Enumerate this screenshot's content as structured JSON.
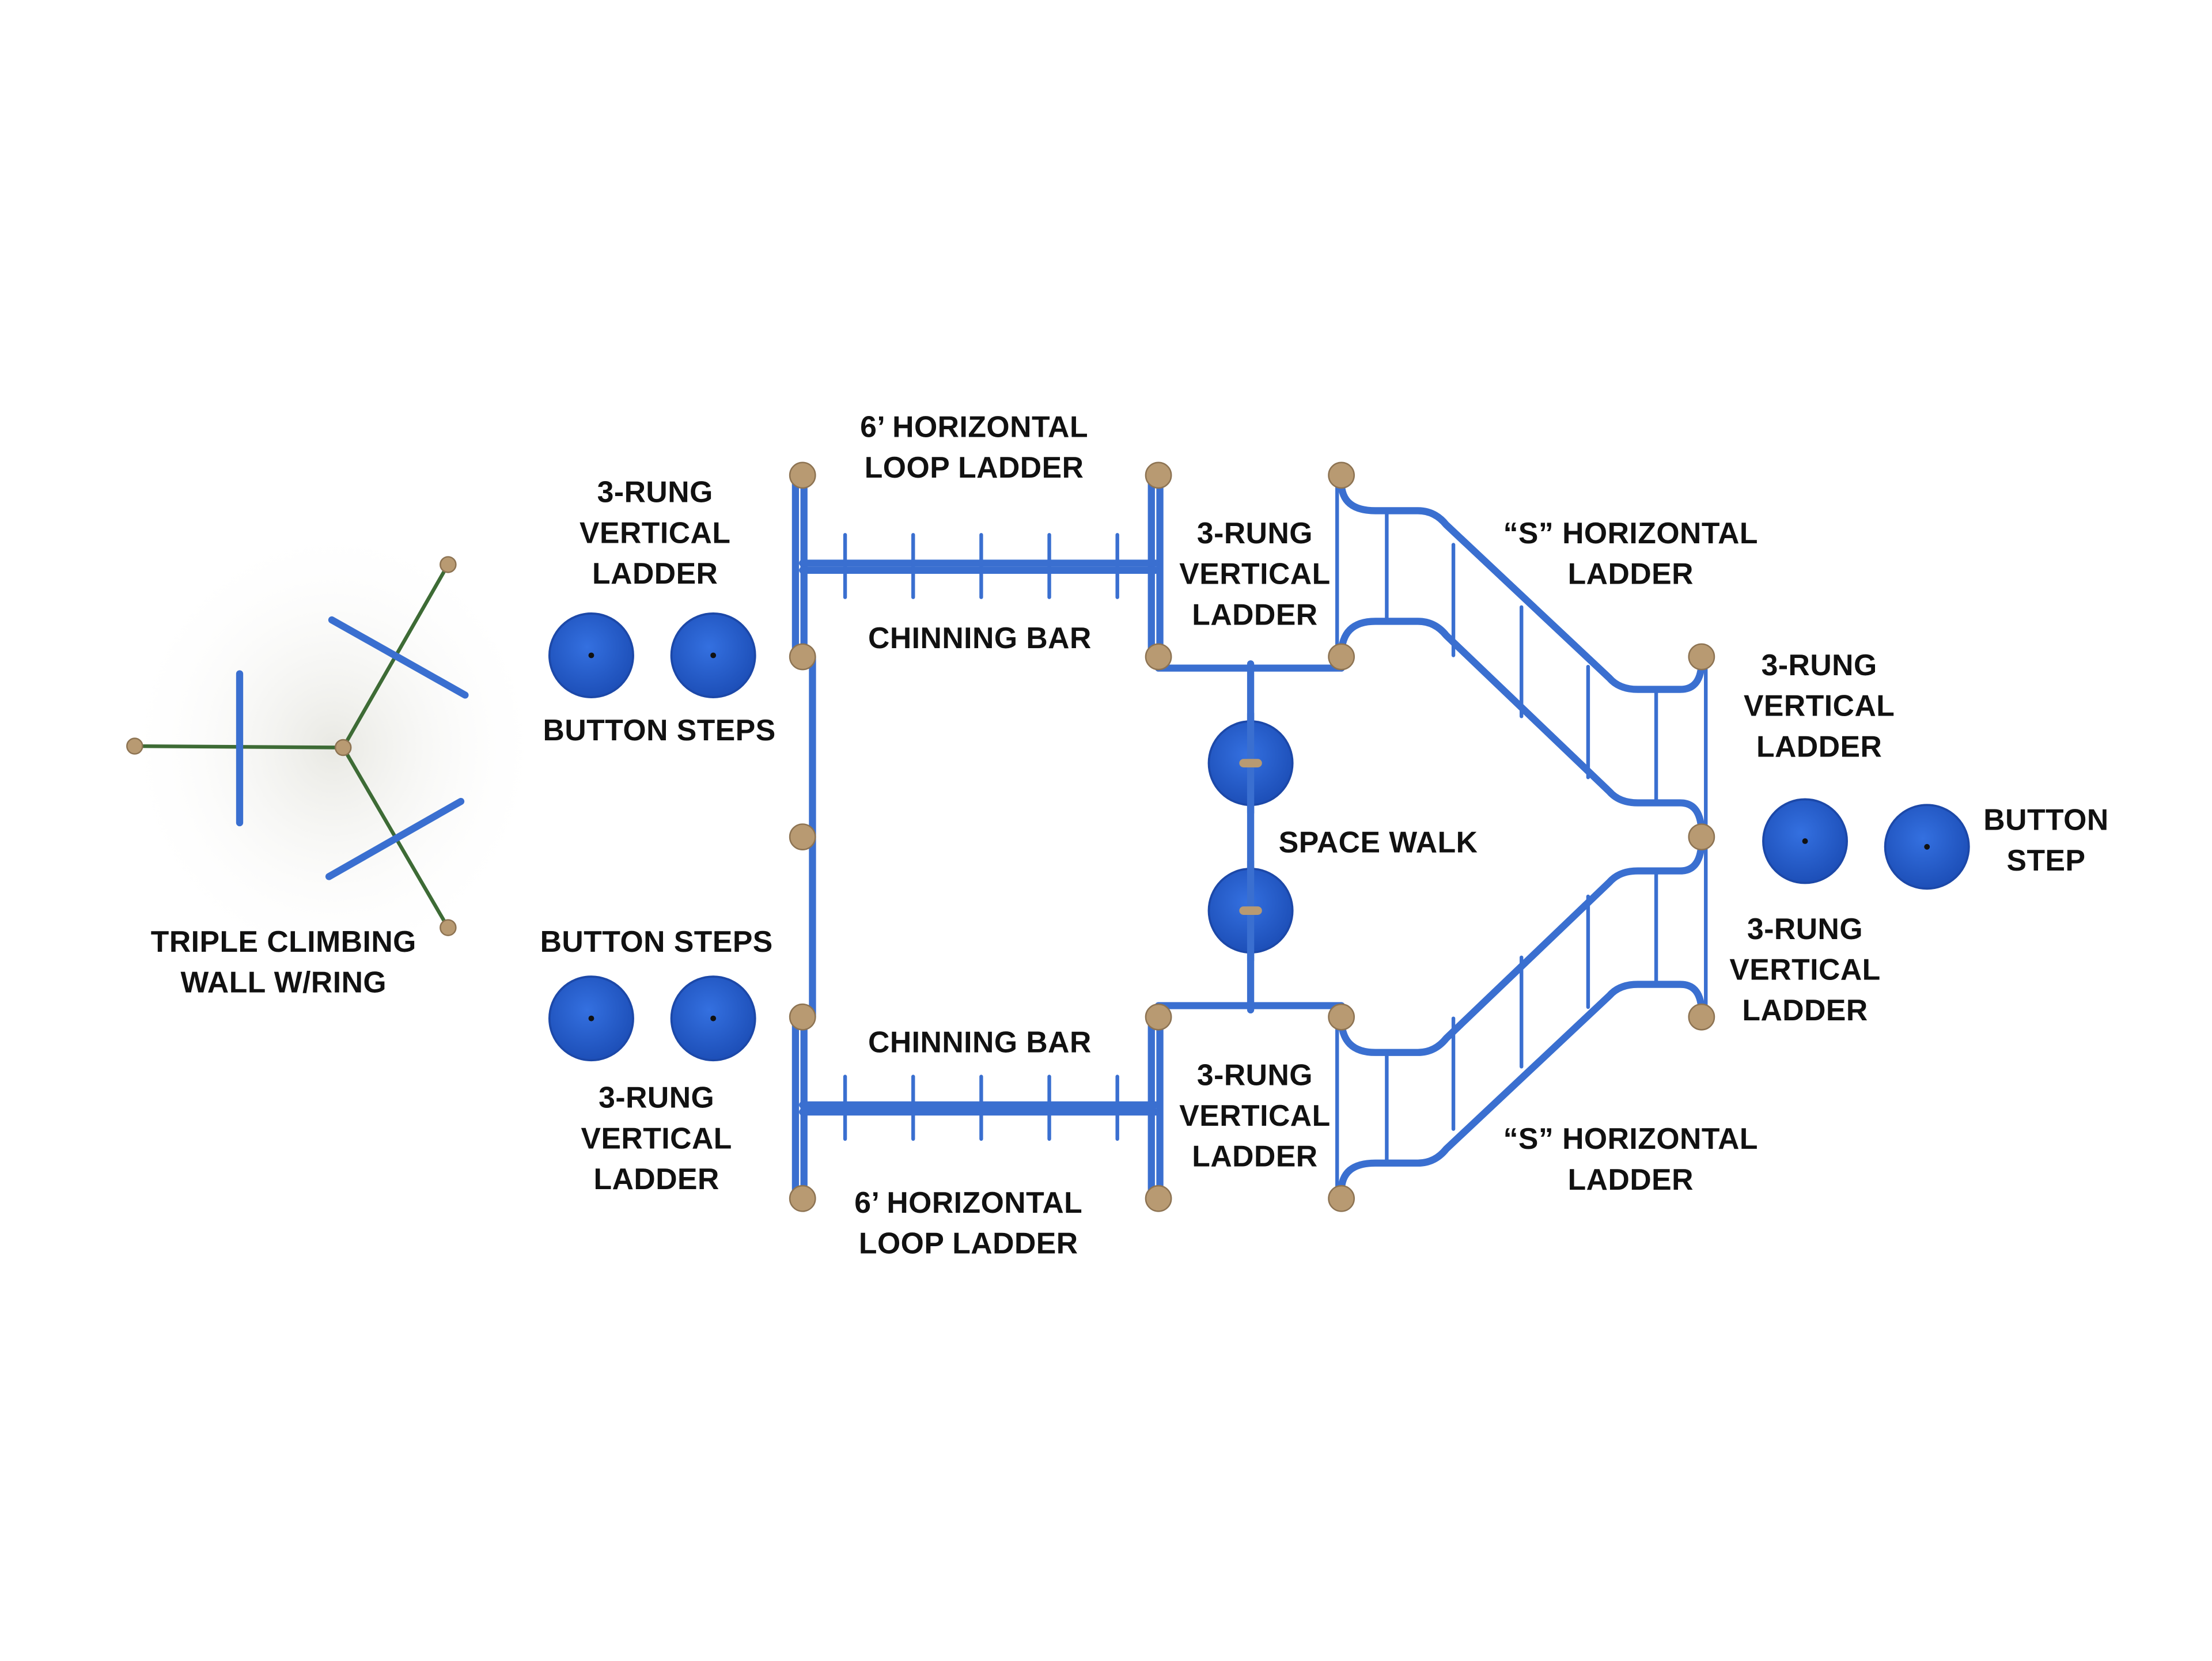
{
  "colors": {
    "pipe": "#3a6fd0",
    "post": "#b89a72",
    "disc": "#2a5fd0",
    "wall_frame": "#3d6b35",
    "label": "#111111"
  },
  "labels": {
    "vladder_left_top": [
      "3-RUNG",
      "VERTICAL",
      "LADDER"
    ],
    "loop_ladder_top": [
      "6’ HORIZONTAL",
      "LOOP LADDER"
    ],
    "chinning_bar_top": [
      "CHINNING BAR"
    ],
    "button_steps_top": [
      "BUTTON STEPS"
    ],
    "vladder_mid_top": [
      "3-RUNG",
      "VERTICAL",
      "LADDER"
    ],
    "s_ladder_top": [
      "“S” HORIZONTAL",
      "LADDER"
    ],
    "vladder_right_top": [
      "3-RUNG",
      "VERTICAL",
      "LADDER"
    ],
    "space_walk": [
      "SPACE WALK"
    ],
    "button_step_right": [
      "BUTTON",
      "STEP"
    ],
    "vladder_right_bottom": [
      "3-RUNG",
      "VERTICAL",
      "LADDER"
    ],
    "triple_wall": [
      "TRIPLE CLIMBING",
      "WALL W/RING"
    ],
    "button_steps_bottom": [
      "BUTTON STEPS"
    ],
    "vladder_left_bottom": [
      "3-RUNG",
      "VERTICAL",
      "LADDER"
    ],
    "chinning_bar_bottom": [
      "CHINNING BAR"
    ],
    "vladder_mid_bottom": [
      "3-RUNG",
      "VERTICAL",
      "LADDER"
    ],
    "s_ladder_bottom": [
      "“S” HORIZONTAL",
      "LADDER"
    ],
    "loop_ladder_bottom": [
      "6’ HORIZONTAL",
      "LOOP LADDER"
    ]
  }
}
